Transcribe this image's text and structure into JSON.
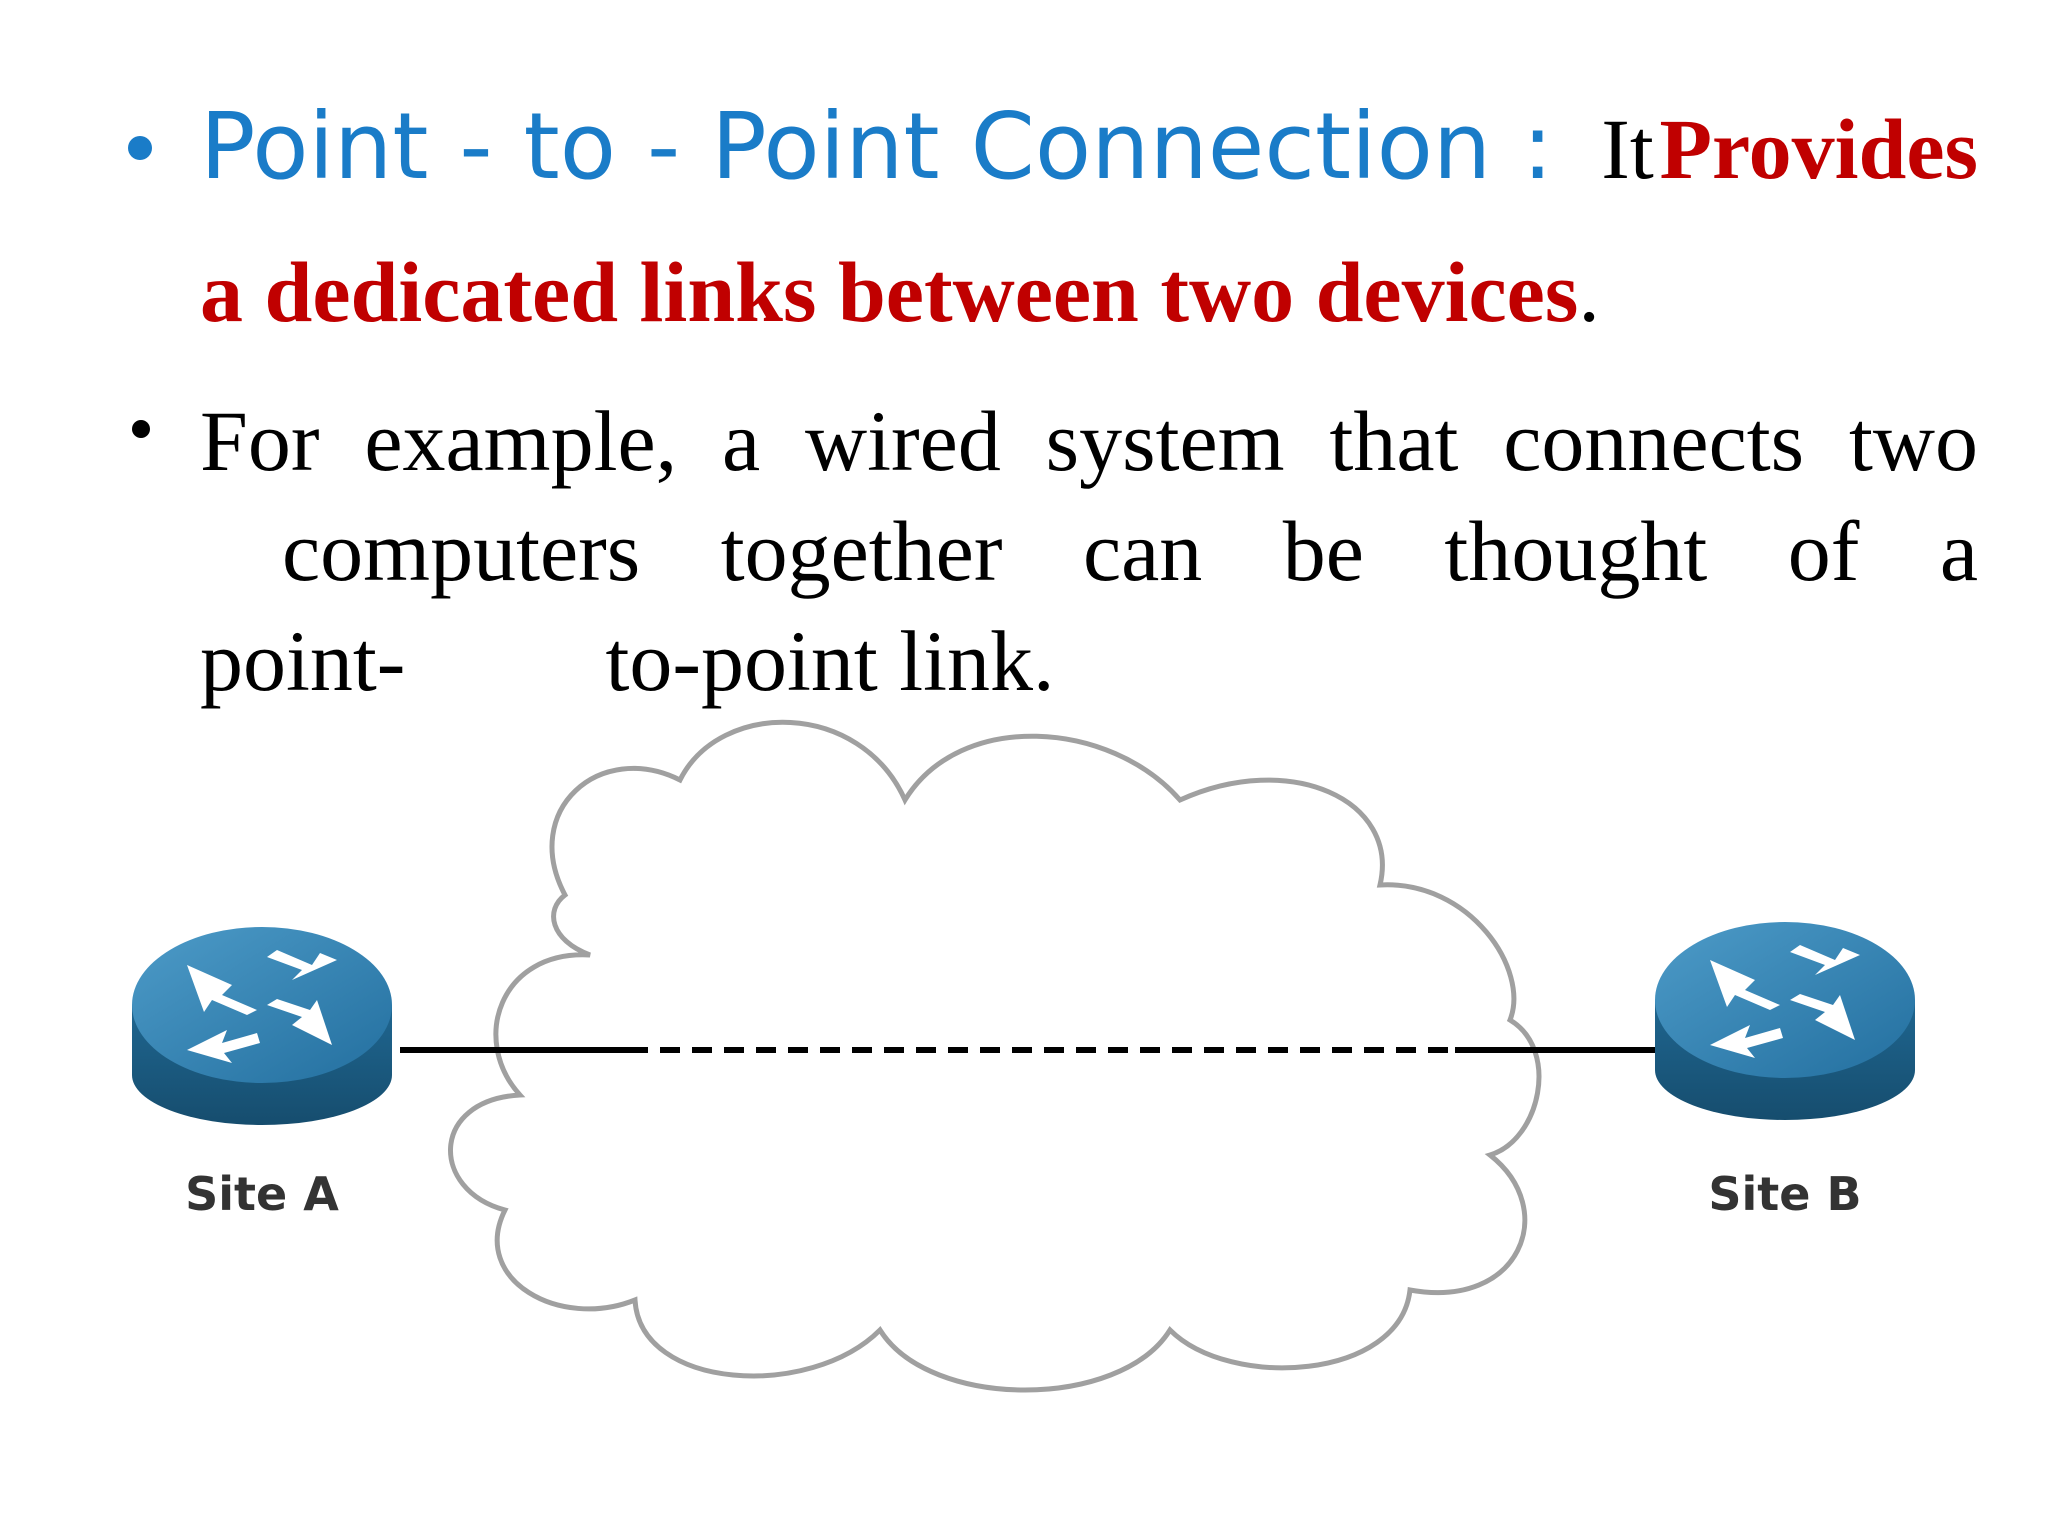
{
  "bullets": [
    {
      "heading": "Point - to - Point Connection :",
      "lead": "It",
      "emphasis_1": "Provides",
      "emphasis_2": "a dedicated links between two devices",
      "trail": "."
    },
    {
      "line_1": "For example, a wired system that connects two",
      "line_2": "computers together can be thought of a",
      "line_3a": "point-",
      "line_3b": "to-point link."
    }
  ],
  "diagram": {
    "site_a": "Site A",
    "site_b": "Site B",
    "colors": {
      "router_top": "#2d7fb0",
      "router_side": "#1d5f88",
      "cloud_stroke": "#9a9a9a",
      "link": "#000000"
    },
    "icons": [
      "router-icon",
      "cloud-icon",
      "router-icon"
    ]
  },
  "colors": {
    "heading": "#1a7cc8",
    "emphasis": "#c00000",
    "body": "#000000"
  }
}
